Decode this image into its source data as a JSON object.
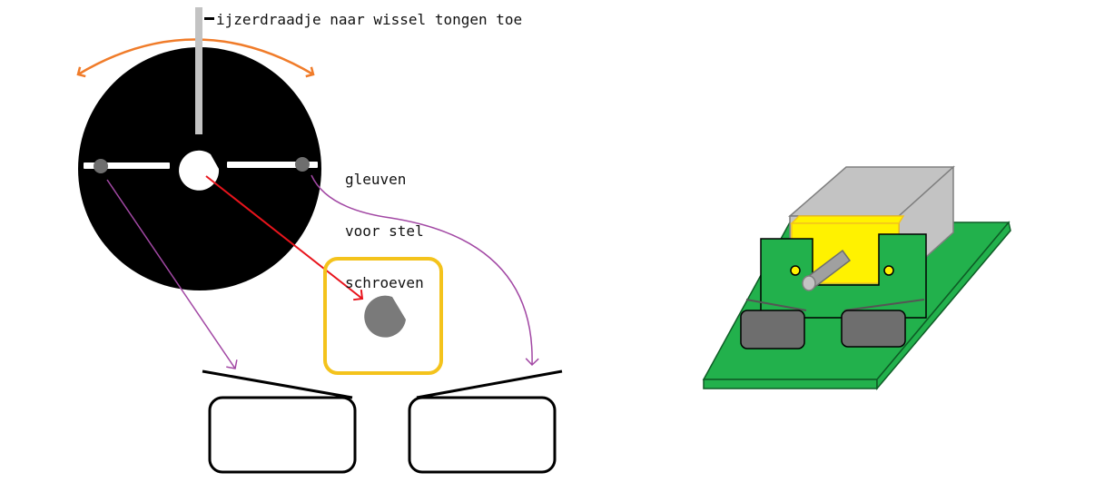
{
  "labels": {
    "wire": "ijzerdraadje naar wissel tongen toe",
    "slots_line1": "gleuven",
    "slots_line2": "voor stel",
    "slots_line3": "schroeven"
  },
  "colors": {
    "background": "#ffffff",
    "disc": "#000000",
    "wire_rod": "#c3c3c3",
    "slot": "#ffffff",
    "screw": "#6e6e6e",
    "swing_arrow": "#f07c2a",
    "red_arrow": "#e8141c",
    "purple_arrow": "#a248a4",
    "highlight_box": "#f4c31c",
    "shaft_shape": "#7a7a7a",
    "pcb_green": "#22b14c",
    "motor_gray": "#c3c3c3",
    "motor_yellow": "#fff200",
    "outline": "#000000"
  }
}
